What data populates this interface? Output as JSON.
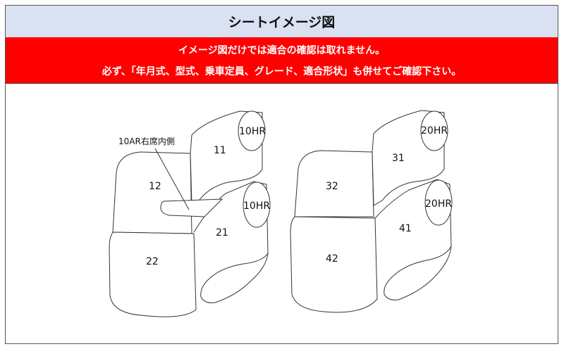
{
  "header": {
    "title": "シートイメージ図"
  },
  "warning": {
    "line1": "イメージ図だけでは適合の確認は取れません。",
    "line2": "必ず、「年月式、型式、乗車定員、グレード、適合形状」も併せてご確認下さい。"
  },
  "colors": {
    "header_bg": "#d9e1f2",
    "warning_bg": "#ff0000"
  },
  "diagram": {
    "left": {
      "seat_11": "11",
      "seat_12": "12",
      "seat_21": "21",
      "seat_22": "22",
      "headrest_top": "10HR",
      "headrest_bottom": "10HR",
      "armrest_note": "10AR右席内側"
    },
    "right": {
      "seat_31": "31",
      "seat_32": "32",
      "seat_41": "41",
      "seat_42": "42",
      "headrest_top": "20HR",
      "headrest_bottom": "20HR"
    }
  }
}
